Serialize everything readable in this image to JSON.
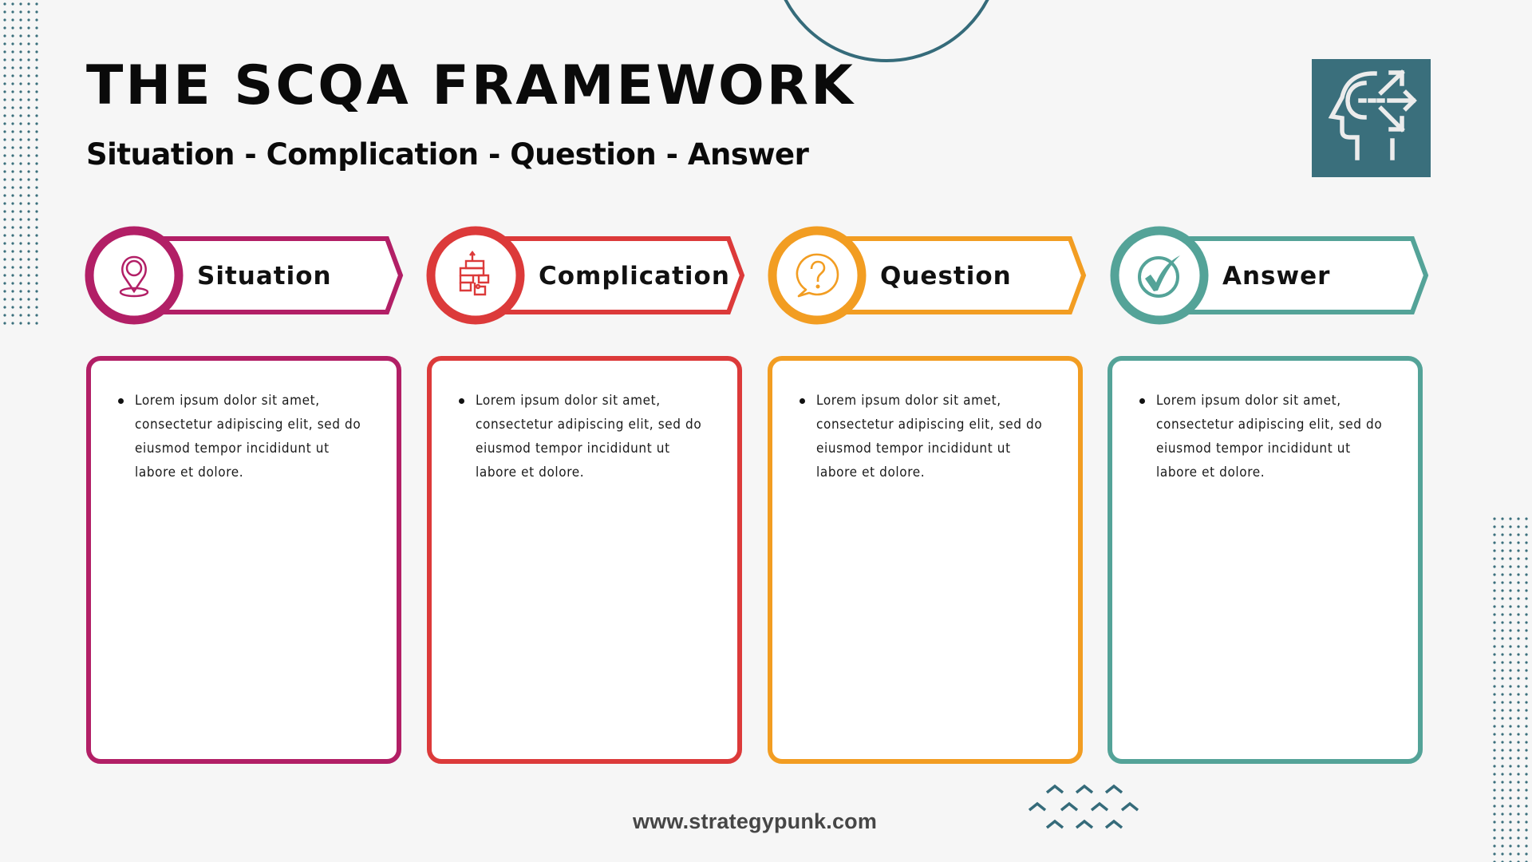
{
  "header": {
    "title": "THE SCQA FRAMEWORK",
    "subtitle": "Situation - Complication - Question - Answer",
    "logo_icon": "head-decision-arrows-icon"
  },
  "colors": {
    "background": "#f6f6f6",
    "accent_dark_teal": "#3a6f7c",
    "situation": "#b21f66",
    "complication": "#dc3a3a",
    "question": "#f29d22",
    "answer": "#54a398"
  },
  "columns": [
    {
      "key": "situation",
      "label": "Situation",
      "icon": "location-pin-icon",
      "color": "#b21f66",
      "bullets": [
        "Lorem ipsum dolor sit amet, consectetur adipiscing elit, sed do eiusmod tempor incididunt ut labore et dolore."
      ]
    },
    {
      "key": "complication",
      "label": "Complication",
      "icon": "maze-flowchart-icon",
      "color": "#dc3a3a",
      "bullets": [
        "Lorem ipsum dolor sit amet, consectetur adipiscing elit, sed do eiusmod tempor incididunt ut labore et dolore."
      ]
    },
    {
      "key": "question",
      "label": "Question",
      "icon": "question-speech-bubble-icon",
      "color": "#f29d22",
      "bullets": [
        "Lorem ipsum dolor sit amet, consectetur adipiscing elit, sed do eiusmod tempor incididunt ut labore et dolore."
      ]
    },
    {
      "key": "answer",
      "label": "Answer",
      "icon": "checkmark-circle-icon",
      "color": "#54a398",
      "bullets": [
        "Lorem ipsum dolor sit amet, consectetur adipiscing elit, sed do eiusmod tempor incididunt ut labore et dolore."
      ]
    }
  ],
  "footer": {
    "url": "www.strategypunk.com",
    "decoration": "chevron-pattern-icon"
  }
}
